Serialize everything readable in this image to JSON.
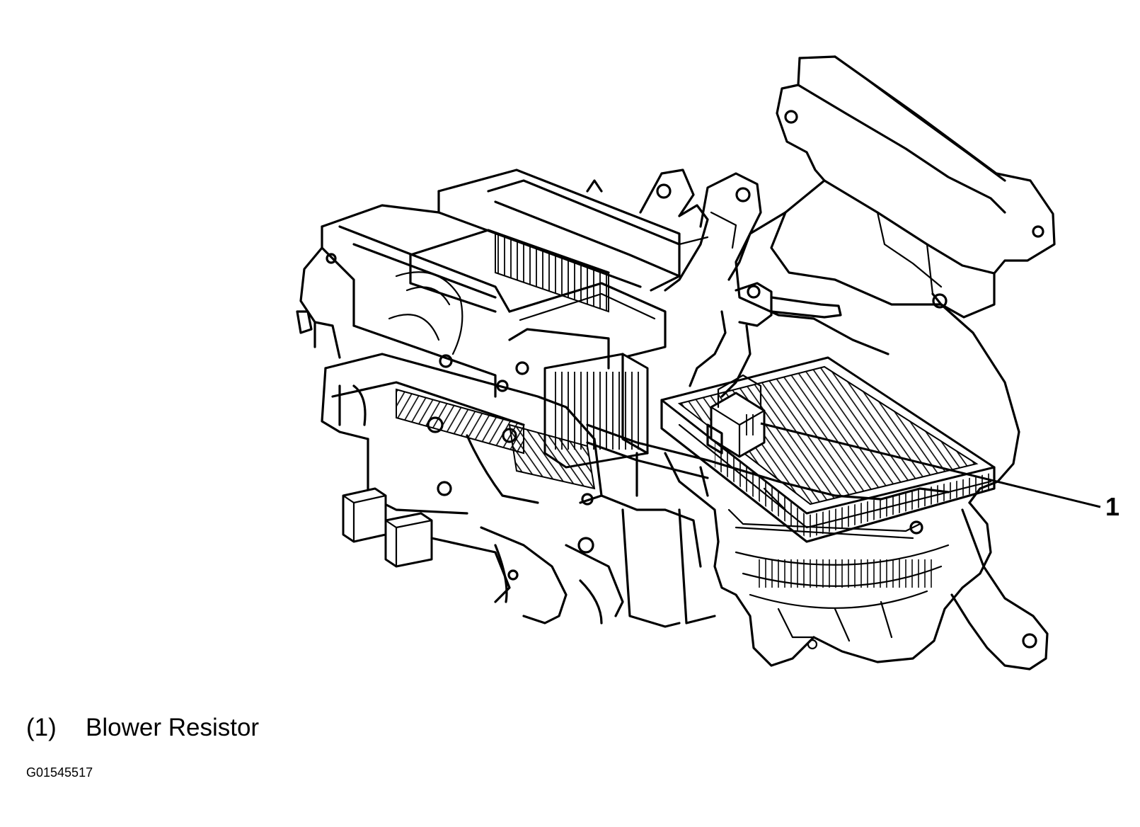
{
  "diagram": {
    "callout": {
      "number": "1"
    },
    "legend": [
      {
        "key": "(1)",
        "label": "Blower Resistor"
      }
    ],
    "figure_id": "G01545517",
    "colors": {
      "ink": "#000000",
      "background": "#ffffff"
    }
  }
}
